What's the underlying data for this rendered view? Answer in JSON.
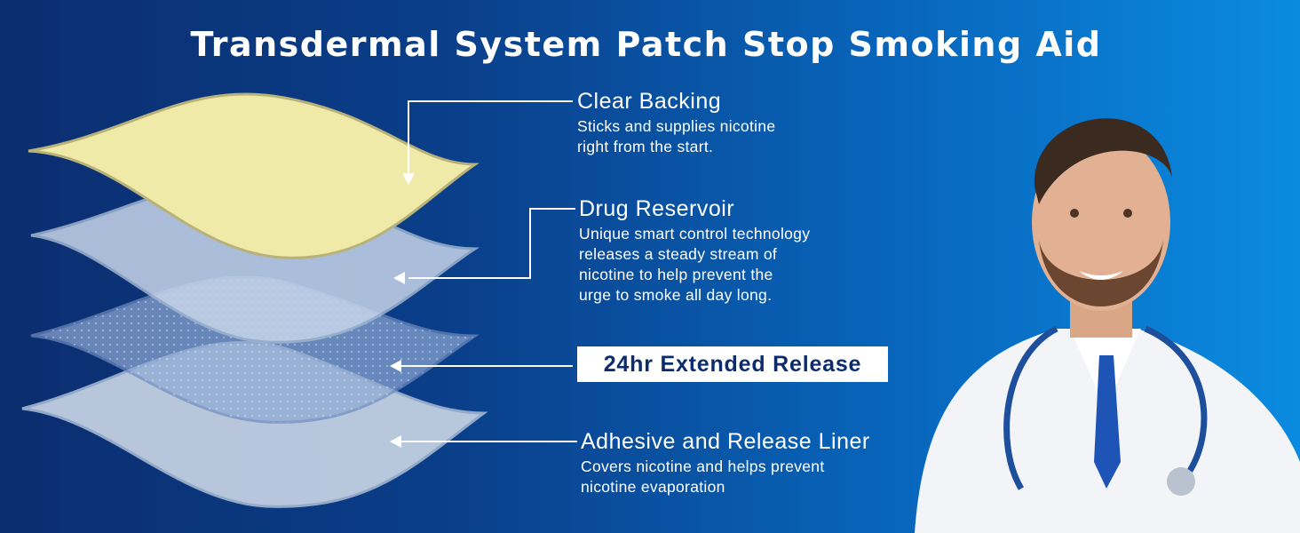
{
  "title": "Transdermal System Patch Stop Smoking Aid",
  "layers": [
    {
      "heading": "Clear Backing",
      "lines": [
        "Sticks and supplies nicotine",
        "right from the start."
      ]
    },
    {
      "heading": "Drug Reservoir",
      "lines": [
        "Unique smart control technology",
        "releases a steady stream of",
        "nicotine to help prevent the",
        "urge to smoke all day long."
      ]
    },
    {
      "badge": "24hr Extended Release"
    },
    {
      "heading": "Adhesive and Release Liner",
      "lines": [
        "Covers nicotine and helps prevent",
        "nicotine evaporation"
      ]
    }
  ],
  "colors": {
    "bg_left": "#0b2d6f",
    "bg_right": "#0a8be0",
    "backing": "#efeaa8",
    "badge_text": "#0b2d6f"
  }
}
